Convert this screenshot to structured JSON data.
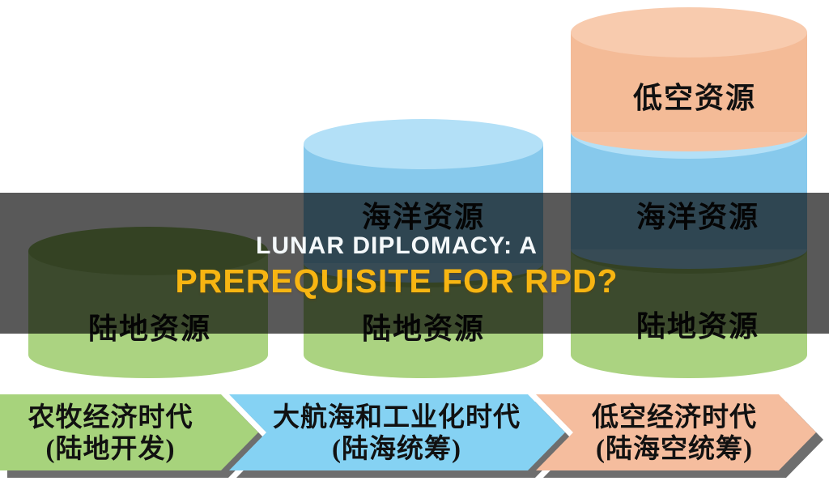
{
  "diagram": {
    "overlay_title": {
      "line1": "LUNAR DIPLOMACY: A",
      "line2": "PREREQUISITE FOR RPD?",
      "line1_color": "#f4f8fa",
      "line2_color": "#f7b512",
      "band_color": "rgba(0,0,0,0.65)"
    },
    "stacks": [
      {
        "name": "era-1-stack",
        "segments": [
          {
            "type": "land",
            "label": "陆地资源"
          }
        ]
      },
      {
        "name": "era-2-stack",
        "segments": [
          {
            "type": "ocean",
            "label": "海洋资源"
          },
          {
            "type": "land",
            "label": "陆地资源"
          }
        ]
      },
      {
        "name": "era-3-stack",
        "segments": [
          {
            "type": "low-altitude",
            "label": "低空资源"
          },
          {
            "type": "ocean",
            "label": "海洋资源"
          },
          {
            "type": "land",
            "label": "陆地资源"
          }
        ]
      }
    ],
    "eras": [
      {
        "line1": "农牧经济时代",
        "line2": "(陆地开发)"
      },
      {
        "line1": "大航海和工业化时代",
        "line2": "(陆海统筹)"
      },
      {
        "line1": "低空经济时代",
        "line2": "(陆海空统筹)"
      }
    ],
    "colors": {
      "land_body": "#abd381",
      "land_top": "#94bd66",
      "ocean_body": "#87c9ec",
      "ocean_top": "#b3e0f7",
      "ocean_bottom": "#9ed6f2",
      "air_body": "#f4bb97",
      "air_top": "#f8cbae",
      "air_bottom": "#f6c2a2",
      "arrow_land": "#a7d37c",
      "arrow_ocean": "#85d2f3",
      "arrow_air": "#f5bd9e",
      "arrow_shadow": "#6e6e6e",
      "background": "#ffffff"
    }
  }
}
